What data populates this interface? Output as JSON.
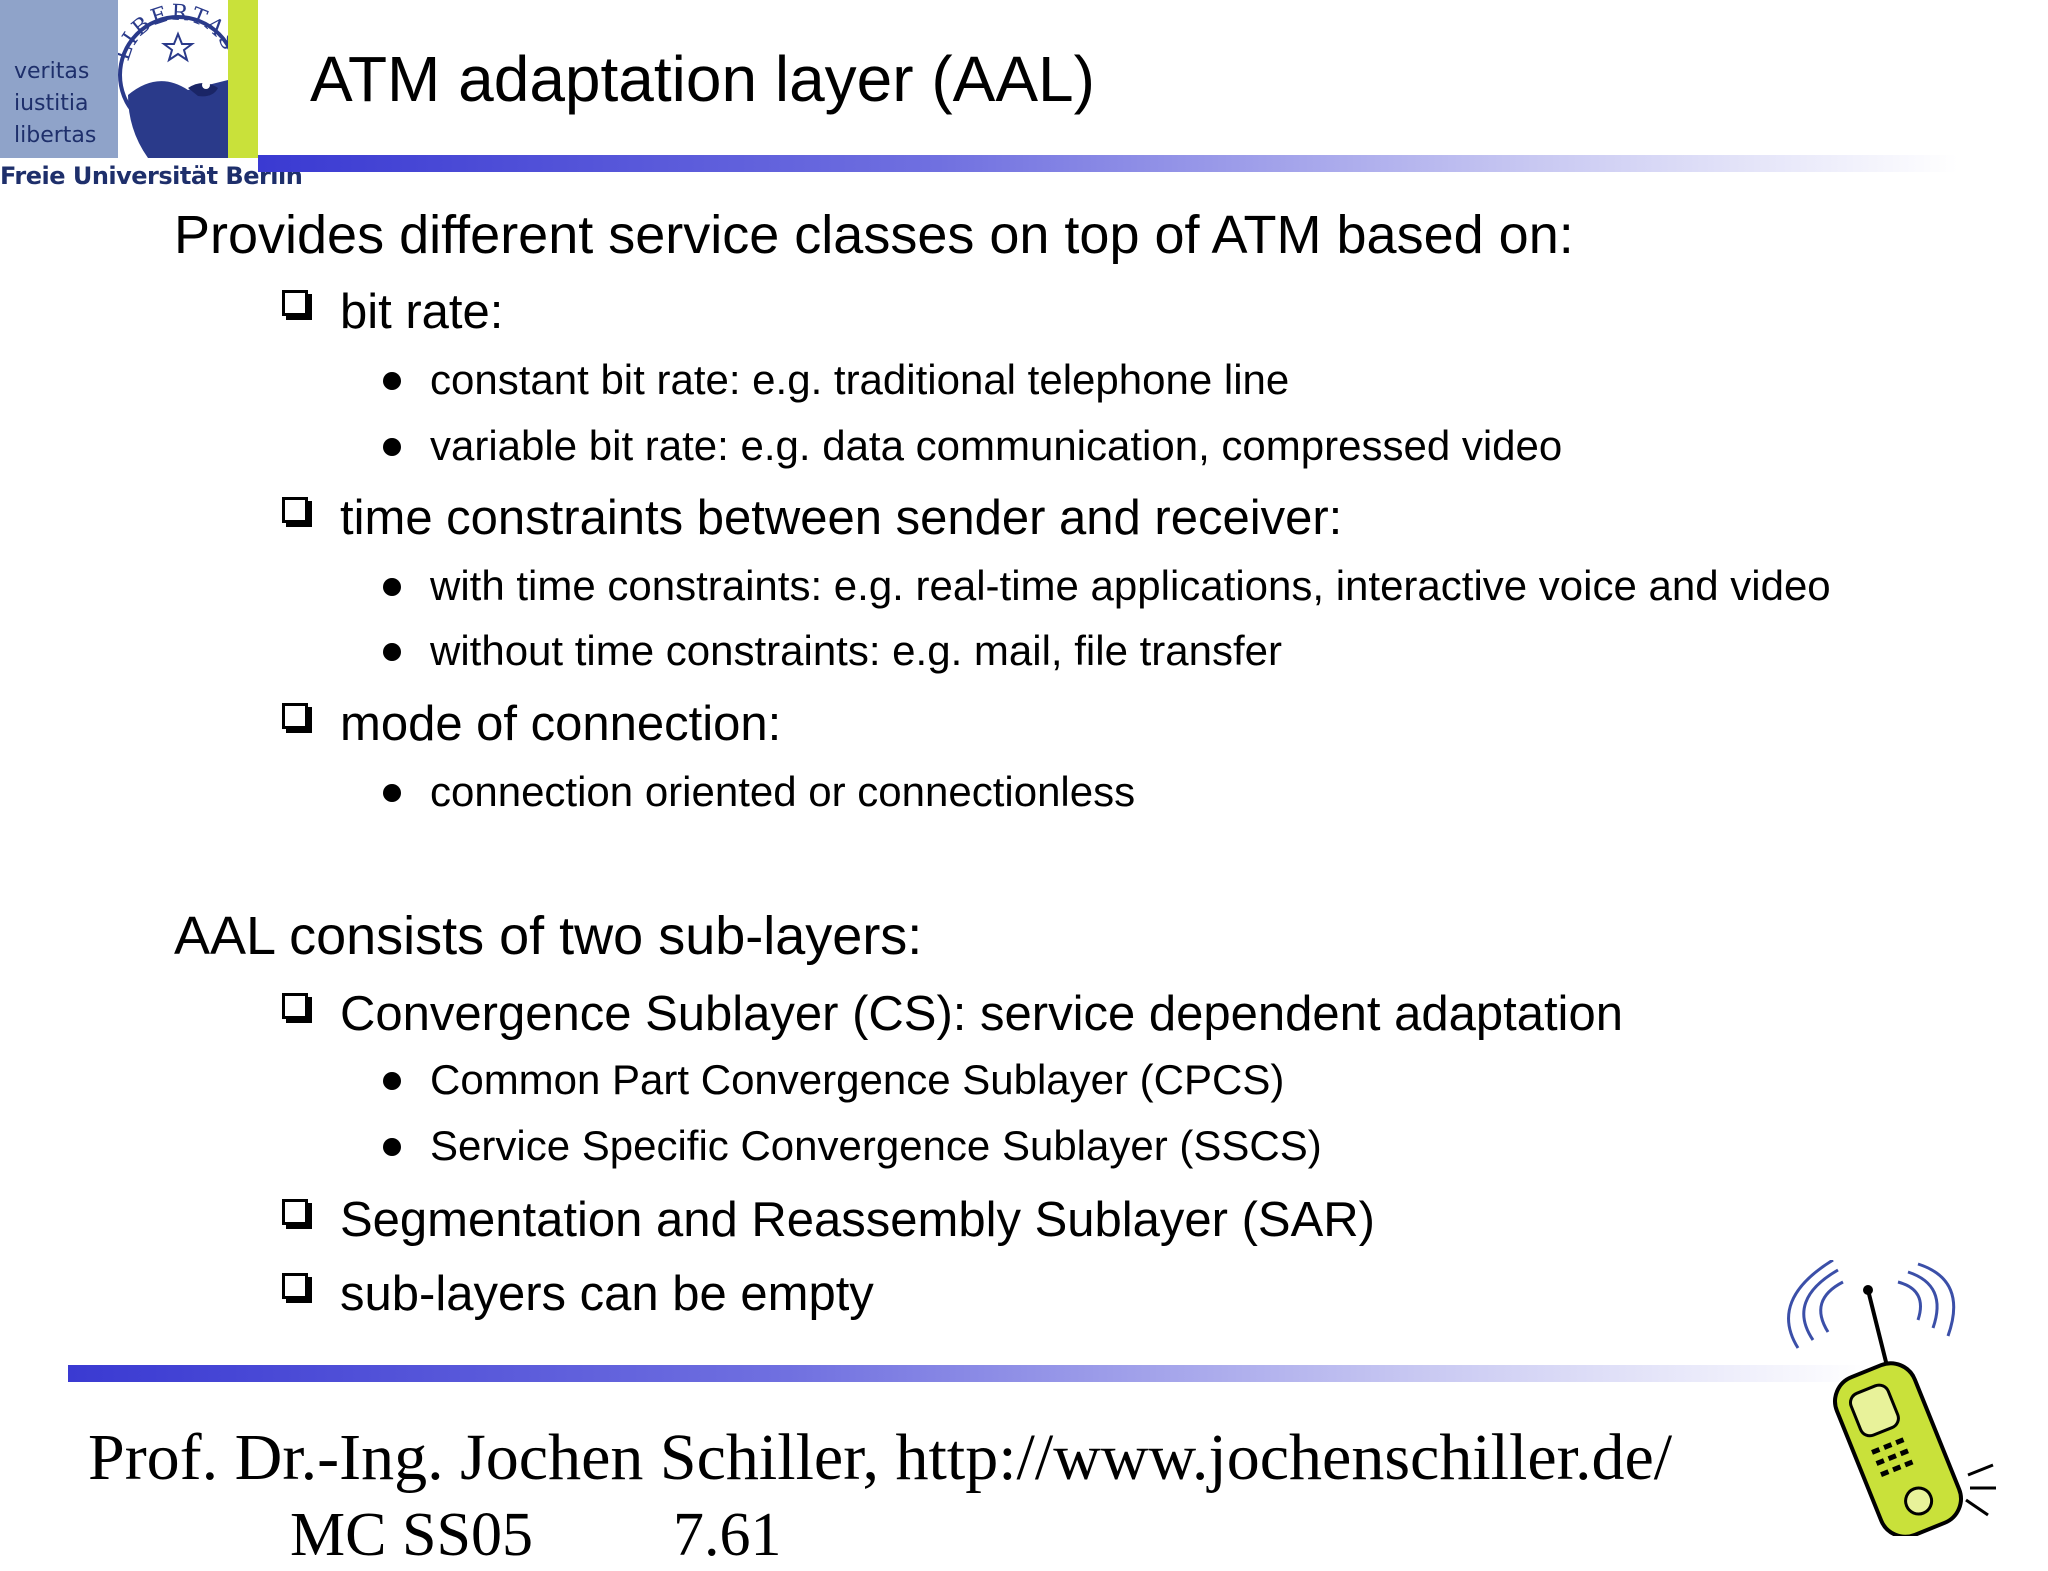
{
  "logo": {
    "motto": [
      "veritas",
      "iustitia",
      "libertas"
    ],
    "seal_text": "LIBERTAS",
    "university": "Freie Universität Berlin"
  },
  "slide": {
    "title": "ATM adaptation layer (AAL)",
    "section1": {
      "heading": "Provides different service classes on top of ATM based on:",
      "items": [
        {
          "label": "bit rate:",
          "subitems": [
            "constant bit rate: e.g. traditional telephone line",
            "variable bit rate: e.g. data communication, compressed video"
          ]
        },
        {
          "label": "time constraints between sender and receiver:",
          "subitems": [
            "with time constraints: e.g. real-time applications, interactive voice and video",
            "without time constraints: e.g. mail, file transfer"
          ]
        },
        {
          "label": "mode of connection:",
          "subitems": [
            "connection oriented or connectionless"
          ]
        }
      ]
    },
    "section2": {
      "heading": "AAL consists of two sub-layers:",
      "items": [
        {
          "label": "Convergence Sublayer (CS): service dependent adaptation",
          "subitems": [
            "Common Part Convergence Sublayer (CPCS)",
            "Service Specific Convergence Sublayer (SSCS)"
          ]
        },
        {
          "label": "Segmentation and Reassembly Sublayer (SAR)",
          "subitems": []
        },
        {
          "label": "sub-layers can be empty",
          "subitems": []
        }
      ]
    }
  },
  "footer": {
    "author": "Prof. Dr.-Ing. Jochen Schiller, http://www.jochenschiller.de/",
    "course": "MC SS05",
    "page": "7.61"
  },
  "colors": {
    "rule_start": "#3a3ad2",
    "logo_blue": "#8fa3c9",
    "logo_green": "#c9e13a",
    "phone_green": "#c9e13a"
  },
  "icons": [
    "university-seal-icon",
    "mobile-phone-icon"
  ]
}
